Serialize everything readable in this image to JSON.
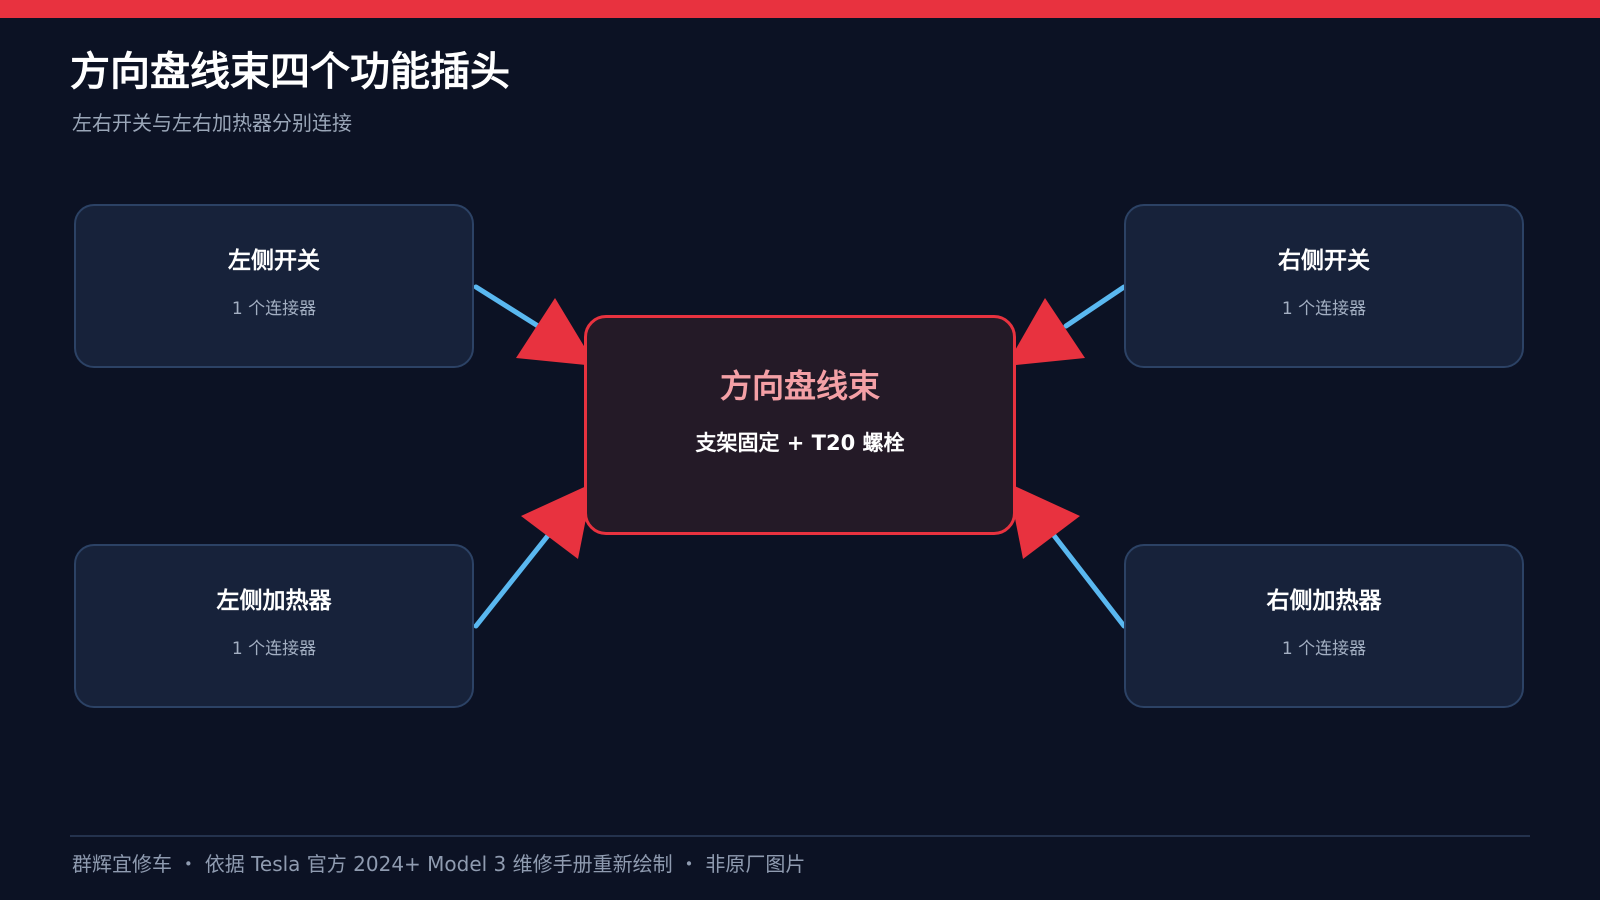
{
  "header": {
    "title": "方向盘线束四个功能插头",
    "subtitle": "左右开关与左右加热器分别连接"
  },
  "colors": {
    "accent_red": "#e8323f",
    "background": "#0c1224",
    "node_fill": "#17223a",
    "node_border": "#2c4265",
    "connector_line": "#5ab8f0",
    "hub_fill": "#241a27",
    "hub_title": "#f4a0a6"
  },
  "hub": {
    "title": "方向盘线束",
    "subtitle": "支架固定 + T20 螺栓"
  },
  "nodes": {
    "left_switch": {
      "title": "左侧开关",
      "subtitle": "1 个连接器"
    },
    "right_switch": {
      "title": "右侧开关",
      "subtitle": "1 个连接器"
    },
    "left_heater": {
      "title": "左侧加热器",
      "subtitle": "1 个连接器"
    },
    "right_heater": {
      "title": "右侧加热器",
      "subtitle": "1 个连接器"
    }
  },
  "footer": {
    "text": "群辉宜修车 ・ 依据 Tesla 官方 2024+ Model 3 维修手册重新绘制 ・ 非原厂图片"
  }
}
